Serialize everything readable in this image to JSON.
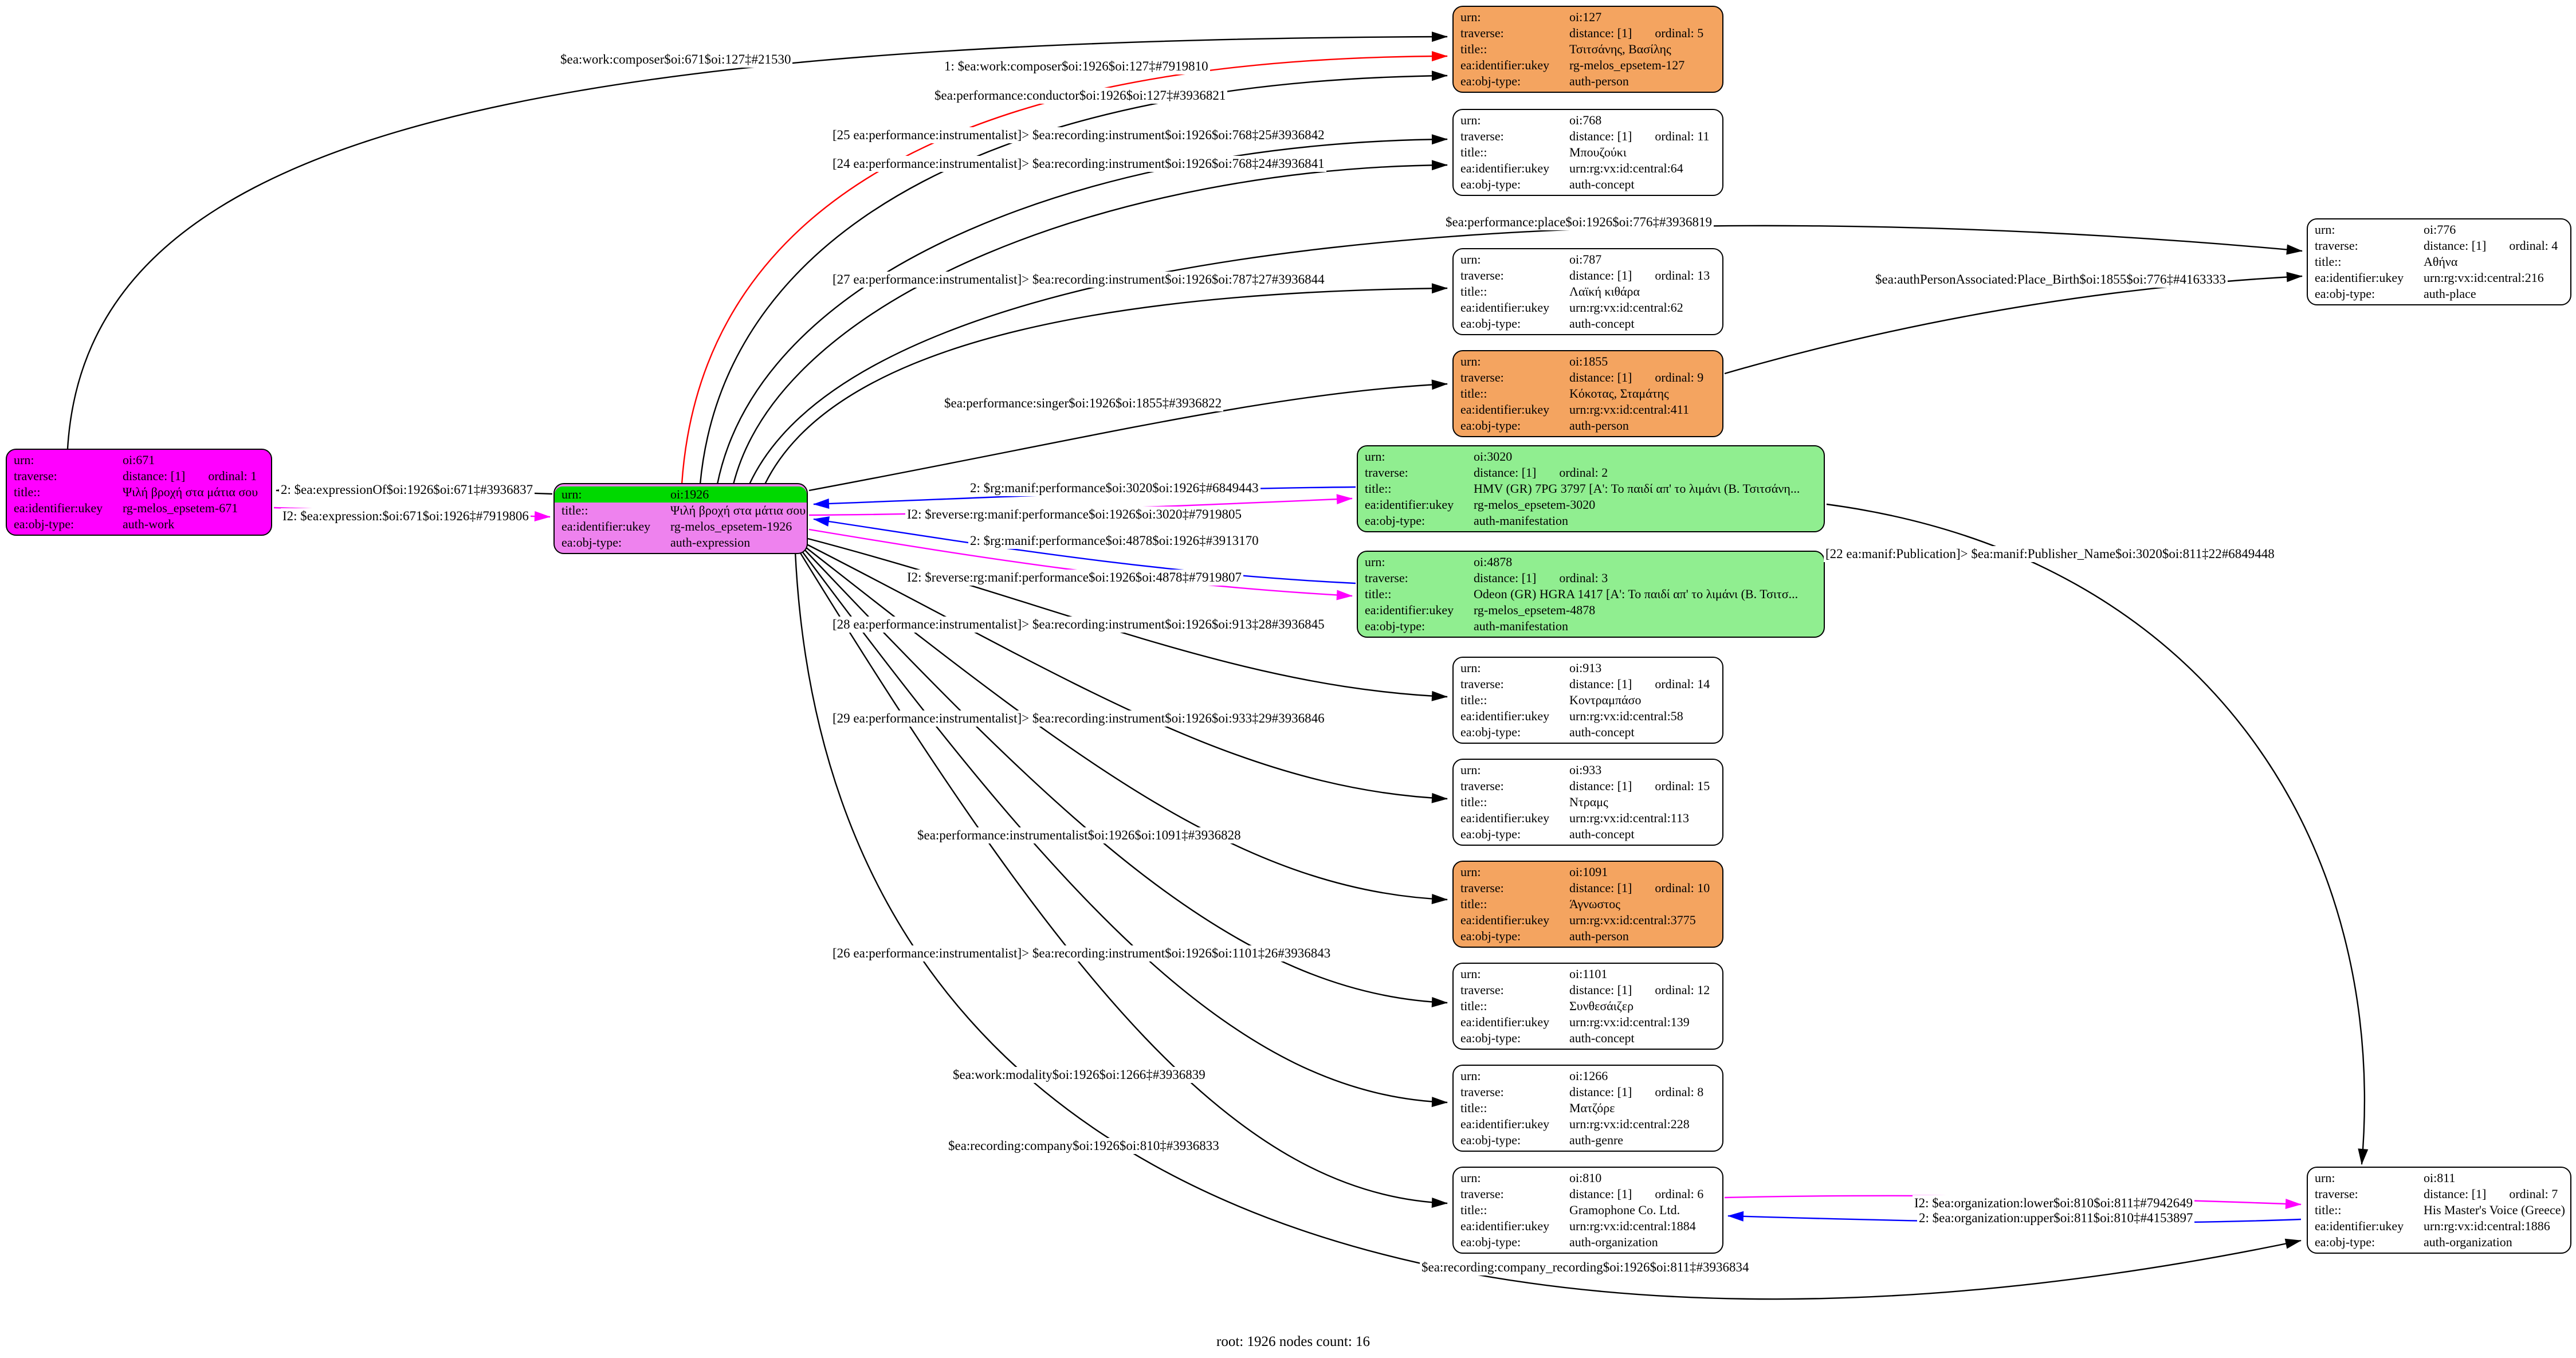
{
  "field_keys": {
    "urn": "urn:",
    "traverse": "traverse:",
    "title": "title::",
    "ukey": "ea:identifier:ukey",
    "objtype": "ea:obj-type:"
  },
  "nodes": [
    {
      "id": "oi:671",
      "urn": "oi:671",
      "distance": "distance: [1]",
      "ordinal": "ordinal: 1",
      "title": "Ψιλή βροχή στα μάτια σου",
      "ukey": "rg-melos_epsetem-671",
      "objtype": "auth-work"
    },
    {
      "id": "oi:1926",
      "urn": "oi:1926",
      "title": "Ψιλή βροχή στα μάτια σου",
      "ukey": "rg-melos_epsetem-1926",
      "objtype": "auth-expression"
    },
    {
      "id": "oi:127",
      "urn": "oi:127",
      "distance": "distance: [1]",
      "ordinal": "ordinal: 5",
      "title": "Τσιτσάνης, Βασίλης",
      "ukey": "rg-melos_epsetem-127",
      "objtype": "auth-person"
    },
    {
      "id": "oi:768",
      "urn": "oi:768",
      "distance": "distance: [1]",
      "ordinal": "ordinal: 11",
      "title": "Μπουζούκι",
      "ukey": "urn:rg:vx:id:central:64",
      "objtype": "auth-concept"
    },
    {
      "id": "oi:776",
      "urn": "oi:776",
      "distance": "distance: [1]",
      "ordinal": "ordinal: 4",
      "title": "Αθήνα",
      "ukey": "urn:rg:vx:id:central:216",
      "objtype": "auth-place"
    },
    {
      "id": "oi:787",
      "urn": "oi:787",
      "distance": "distance: [1]",
      "ordinal": "ordinal: 13",
      "title": "Λαϊκή κιθάρα",
      "ukey": "urn:rg:vx:id:central:62",
      "objtype": "auth-concept"
    },
    {
      "id": "oi:1855",
      "urn": "oi:1855",
      "distance": "distance: [1]",
      "ordinal": "ordinal: 9",
      "title": "Κόκοτας, Σταμάτης",
      "ukey": "urn:rg:vx:id:central:411",
      "objtype": "auth-person"
    },
    {
      "id": "oi:3020",
      "urn": "oi:3020",
      "distance": "distance: [1]",
      "ordinal": "ordinal: 2",
      "title": "HMV (GR) 7PG 3797 [Α': Το παιδί απ' το λιμάνι (Β. Τσιτσάνη...",
      "ukey": "rg-melos_epsetem-3020",
      "objtype": "auth-manifestation"
    },
    {
      "id": "oi:4878",
      "urn": "oi:4878",
      "distance": "distance: [1]",
      "ordinal": "ordinal: 3",
      "title": "Odeon (GR) HGRA 1417 [Α': Το παιδί απ' το λιμάνι (Β. Τσιτσ...",
      "ukey": "rg-melos_epsetem-4878",
      "objtype": "auth-manifestation"
    },
    {
      "id": "oi:913",
      "urn": "oi:913",
      "distance": "distance: [1]",
      "ordinal": "ordinal: 14",
      "title": "Κοντραμπάσο",
      "ukey": "urn:rg:vx:id:central:58",
      "objtype": "auth-concept"
    },
    {
      "id": "oi:933",
      "urn": "oi:933",
      "distance": "distance: [1]",
      "ordinal": "ordinal: 15",
      "title": "Ντραμς",
      "ukey": "urn:rg:vx:id:central:113",
      "objtype": "auth-concept"
    },
    {
      "id": "oi:1091",
      "urn": "oi:1091",
      "distance": "distance: [1]",
      "ordinal": "ordinal: 10",
      "title": "Άγνωστος",
      "ukey": "urn:rg:vx:id:central:3775",
      "objtype": "auth-person"
    },
    {
      "id": "oi:1101",
      "urn": "oi:1101",
      "distance": "distance: [1]",
      "ordinal": "ordinal: 12",
      "title": "Συνθεσάιζερ",
      "ukey": "urn:rg:vx:id:central:139",
      "objtype": "auth-concept"
    },
    {
      "id": "oi:1266",
      "urn": "oi:1266",
      "distance": "distance: [1]",
      "ordinal": "ordinal: 8",
      "title": "Ματζόρε",
      "ukey": "urn:rg:vx:id:central:228",
      "objtype": "auth-genre"
    },
    {
      "id": "oi:810",
      "urn": "oi:810",
      "distance": "distance: [1]",
      "ordinal": "ordinal: 6",
      "title": "Gramophone Co. Ltd.",
      "ukey": "urn:rg:vx:id:central:1884",
      "objtype": "auth-organization"
    },
    {
      "id": "oi:811",
      "urn": "oi:811",
      "distance": "distance: [1]",
      "ordinal": "ordinal: 7",
      "title": "His Master's Voice (Greece)",
      "ukey": "urn:rg:vx:id:central:1886",
      "objtype": "auth-organization"
    }
  ],
  "edges": [
    {
      "from": "oi:671",
      "to": "oi:127",
      "color": "#000000",
      "label": "$ea:work:composer$oi:671$oi:127‡#21530"
    },
    {
      "from": "oi:1926",
      "to": "oi:127",
      "color": "#ff0000",
      "label": "1: $ea:work:composer$oi:1926$oi:127‡#7919810"
    },
    {
      "from": "oi:1926",
      "to": "oi:127",
      "color": "#000000",
      "label": "$ea:performance:conductor$oi:1926$oi:127‡#3936821"
    },
    {
      "from": "oi:1926",
      "to": "oi:768",
      "color": "#000000",
      "label": "[25 ea:performance:instrumentalist]> $ea:recording:instrument$oi:1926$oi:768‡25#3936842"
    },
    {
      "from": "oi:1926",
      "to": "oi:768",
      "color": "#000000",
      "label": "[24 ea:performance:instrumentalist]> $ea:recording:instrument$oi:1926$oi:768‡24#3936841"
    },
    {
      "from": "oi:1926",
      "to": "oi:776",
      "color": "#000000",
      "label": "$ea:performance:place$oi:1926$oi:776‡#3936819"
    },
    {
      "from": "oi:1926",
      "to": "oi:787",
      "color": "#000000",
      "label": "[27 ea:performance:instrumentalist]> $ea:recording:instrument$oi:1926$oi:787‡27#3936844"
    },
    {
      "from": "oi:1855",
      "to": "oi:776",
      "color": "#000000",
      "label": "$ea:authPersonAssociated:Place_Birth$oi:1855$oi:776‡#4163333"
    },
    {
      "from": "oi:1926",
      "to": "oi:1855",
      "color": "#000000",
      "label": "$ea:performance:singer$oi:1926$oi:1855‡#3936822"
    },
    {
      "from": "oi:3020",
      "to": "oi:1926",
      "color": "#0000ff",
      "label": "2: $rg:manif:performance$oi:3020$oi:1926‡#6849443"
    },
    {
      "from": "oi:1926",
      "to": "oi:3020",
      "color": "#ff00ff",
      "label": "I2: $reverse:rg:manif:performance$oi:1926$oi:3020‡#7919805"
    },
    {
      "from": "oi:4878",
      "to": "oi:1926",
      "color": "#0000ff",
      "label": "2: $rg:manif:performance$oi:4878$oi:1926‡#3913170"
    },
    {
      "from": "oi:1926",
      "to": "oi:4878",
      "color": "#ff00ff",
      "label": "I2: $reverse:rg:manif:performance$oi:1926$oi:4878‡#7919807"
    },
    {
      "from": "oi:1926",
      "to": "oi:913",
      "color": "#000000",
      "label": "[28 ea:performance:instrumentalist]> $ea:recording:instrument$oi:1926$oi:913‡28#3936845"
    },
    {
      "from": "oi:1926",
      "to": "oi:933",
      "color": "#000000",
      "label": "[29 ea:performance:instrumentalist]> $ea:recording:instrument$oi:1926$oi:933‡29#3936846"
    },
    {
      "from": "oi:1926",
      "to": "oi:1091",
      "color": "#000000",
      "label": "$ea:performance:instrumentalist$oi:1926$oi:1091‡#3936828"
    },
    {
      "from": "oi:1926",
      "to": "oi:1101",
      "color": "#000000",
      "label": "[26 ea:performance:instrumentalist]> $ea:recording:instrument$oi:1926$oi:1101‡26#3936843"
    },
    {
      "from": "oi:1926",
      "to": "oi:1266",
      "color": "#000000",
      "label": "$ea:work:modality$oi:1926$oi:1266‡#3936839"
    },
    {
      "from": "oi:1926",
      "to": "oi:810",
      "color": "#000000",
      "label": "$ea:recording:company$oi:1926$oi:810‡#3936833"
    },
    {
      "from": "oi:3020",
      "to": "oi:811",
      "color": "#000000",
      "label": "[22 ea:manif:Publication]> $ea:manif:Publisher_Name$oi:3020$oi:811‡22#6849448"
    },
    {
      "from": "oi:810",
      "to": "oi:811",
      "color": "#ff00ff",
      "label": "I2: $ea:organization:lower$oi:810$oi:811‡#7942649"
    },
    {
      "from": "oi:811",
      "to": "oi:810",
      "color": "#0000ff",
      "label": "2: $ea:organization:upper$oi:811$oi:810‡#4153897"
    },
    {
      "from": "oi:1926",
      "to": "oi:811",
      "color": "#000000",
      "label": "$ea:recording:company_recording$oi:1926$oi:811‡#3936834"
    },
    {
      "from": "oi:1926",
      "to": "oi:671",
      "color": "#000000",
      "label": "2: $ea:expressionOf$oi:1926$oi:671‡#3936837"
    },
    {
      "from": "oi:671",
      "to": "oi:1926",
      "color": "#ff00ff",
      "label": "I2: $ea:expression:$oi:671$oi:1926‡#7919806"
    }
  ],
  "footer": {
    "root_note": "root: 1926 nodes count: 16"
  },
  "palette": {
    "auth_work": "#ff00ff",
    "auth_expression_root": "#ee82ee",
    "root_urn_highlight": "#00d900",
    "auth_person": "#f4a460",
    "auth_manifestation": "#90ee90",
    "default_node": "#ffffff",
    "edge_default": "#000000",
    "edge_red": "#ff0000",
    "edge_magenta": "#ff00ff",
    "edge_blue": "#0000ff"
  }
}
